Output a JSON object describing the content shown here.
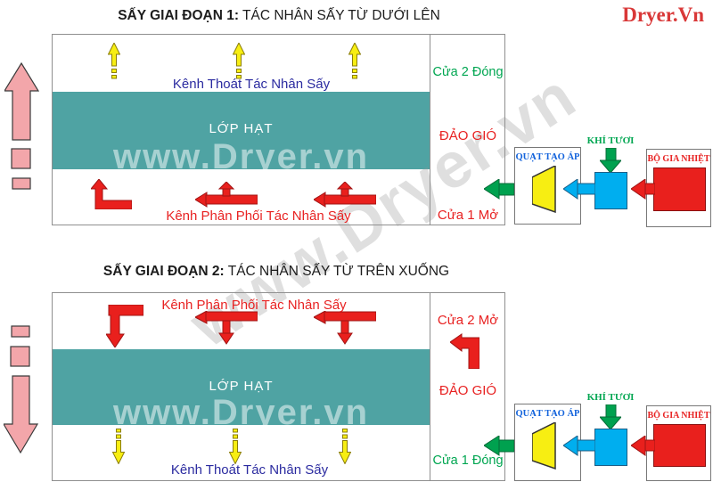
{
  "logo": {
    "text": "Dryer.Vn"
  },
  "watermark": {
    "horizontal": "www.Dryer.vn",
    "diagonal": "www.Dryer.vn"
  },
  "stage1": {
    "title_bold": "SẤY GIAI ĐOẠN 1:",
    "title_rest": " TÁC NHÂN SẤY TỪ DƯỚI LÊN",
    "exhaust_channel": "Kênh Thoát Tác Nhân Sấy",
    "grain_layer": "LỚP HẠT",
    "distribution_channel": "Kênh Phân Phối Tác Nhân Sấy",
    "door2": "Cửa 2 Đóng",
    "wind_reversal": "ĐẢO GIÓ",
    "door1": "Cửa 1 Mở",
    "fan": "QUẠT TẠO ÁP",
    "fresh_air": "KHÍ TƯƠI",
    "heater": "BỘ GIA NHIỆT"
  },
  "stage2": {
    "title_bold": "SẤY GIAI ĐOẠN 2:",
    "title_rest": " TÁC NHÂN SẤY TỪ TRÊN XUỐNG",
    "distribution_channel": "Kênh Phân Phối Tác Nhân Sấy",
    "grain_layer": "LỚP HẠT",
    "exhaust_channel": "Kênh Thoát Tác Nhân Sấy",
    "door2": "Cửa 2 Mở",
    "wind_reversal": "ĐẢO GIÓ",
    "door1": "Cửa 1 Đóng",
    "fan": "QUẠT TẠO ÁP",
    "fresh_air": "KHÍ TƯƠI",
    "heater": "BỘ GIA NHIỆT"
  },
  "colors": {
    "grain_layer_teal": "#4fa3a3",
    "hot_air_red": "#e9201d",
    "exhaust_yellow": "#f7ee12",
    "fresh_air_green": "#00a14f",
    "mixed_air_blue": "#00aeef",
    "airflow_pink": "#f3a6aa",
    "label_blue": "#2b2ba0",
    "label_red": "#e82222",
    "label_green": "#00a651",
    "logo_red": "#d93838",
    "watermark_gray": "#969696"
  }
}
